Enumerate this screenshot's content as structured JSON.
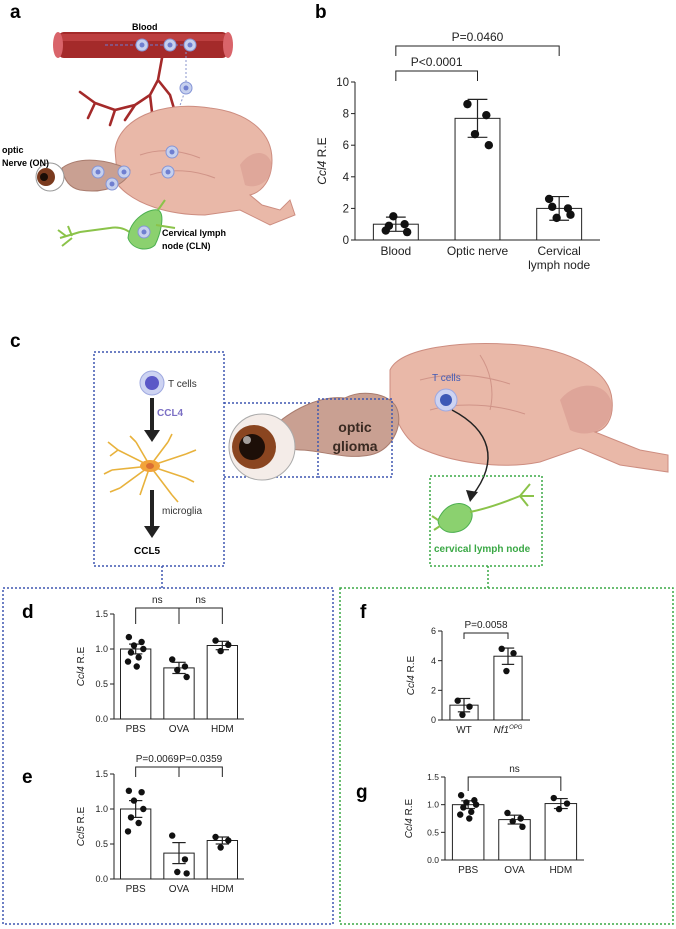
{
  "panels": {
    "a": "a",
    "b": "b",
    "c": "c",
    "d": "d",
    "e": "e",
    "f": "f",
    "g": "g"
  },
  "diagram_a": {
    "blood": "Blood",
    "optic_nerve_line1": "optic",
    "optic_nerve_line2": "Nerve (ON)",
    "cln_line1": "Cervical lymph",
    "cln_line2": "node (CLN)"
  },
  "diagram_c": {
    "t_cells_left": "T cells",
    "ccl4": "CCL4",
    "microglia": "microglia",
    "ccl5": "CCL5",
    "optic_glioma_line1": "optic",
    "optic_glioma_line2": "glioma",
    "t_cells_brain": "T cells",
    "cervical_lymph_node": "cervical lymph node"
  },
  "colors": {
    "blue_box": "#3f57b0",
    "green_box": "#3aa845",
    "ccl4_purple": "#7b6fc4",
    "green_text": "#3aa845",
    "tcell_blue": "#3e59b6"
  },
  "chart_data": [
    {
      "panel": "b",
      "type": "bar",
      "categories": [
        "Blood",
        "Optic nerve",
        "Cervical\nlymph node"
      ],
      "values": [
        1.0,
        7.7,
        2.0
      ],
      "errors": [
        0.45,
        1.2,
        0.75
      ],
      "points": [
        [
          0.6,
          1.0,
          1.5,
          0.5,
          0.9
        ],
        [
          8.6,
          7.9,
          6.7,
          6.0
        ],
        [
          2.6,
          2.0,
          1.4,
          1.6,
          2.1
        ]
      ],
      "ylabel_italic": "Ccl4",
      "ylabel_rest": " R.E",
      "ylim": [
        0,
        10
      ],
      "yticks": [
        "0",
        "2",
        "4",
        "6",
        "8",
        "10"
      ],
      "comparisons": [
        {
          "from": 0,
          "to": 1,
          "label": "P<0.0001"
        },
        {
          "from": 0,
          "to": 2,
          "label": "P=0.0460"
        }
      ]
    },
    {
      "panel": "d",
      "type": "bar",
      "categories": [
        "PBS",
        "OVA",
        "HDM"
      ],
      "values": [
        1.0,
        0.73,
        1.05
      ],
      "errors": [
        0.07,
        0.08,
        0.06
      ],
      "points": [
        [
          1.17,
          1.1,
          1.05,
          1.0,
          0.95,
          0.88,
          0.82,
          0.75
        ],
        [
          0.85,
          0.75,
          0.7,
          0.6
        ],
        [
          1.12,
          1.06,
          0.97
        ]
      ],
      "ylabel_italic": "Ccl4",
      "ylabel_rest": " R.E",
      "ylim": [
        0,
        1.5
      ],
      "yticks": [
        "0.0",
        "0.5",
        "1.0",
        "1.5"
      ],
      "comparisons": [
        {
          "from": 0,
          "to": 1,
          "label": "ns"
        },
        {
          "from": 1,
          "to": 2,
          "label": "ns"
        }
      ]
    },
    {
      "panel": "e",
      "type": "bar",
      "categories": [
        "PBS",
        "OVA",
        "HDM"
      ],
      "values": [
        1.0,
        0.37,
        0.55
      ],
      "errors": [
        0.12,
        0.15,
        0.05
      ],
      "points": [
        [
          1.26,
          1.24,
          1.12,
          1.0,
          0.88,
          0.8,
          0.68
        ],
        [
          0.62,
          0.28,
          0.1,
          0.08
        ],
        [
          0.6,
          0.55,
          0.45
        ]
      ],
      "ylabel_italic": "Ccl5",
      "ylabel_rest": " R.E",
      "ylim": [
        0,
        1.5
      ],
      "yticks": [
        "0.0",
        "0.5",
        "1.0",
        "1.5"
      ],
      "comparisons": [
        {
          "from": 0,
          "to": 1,
          "label": "P=0.0069"
        },
        {
          "from": 1,
          "to": 2,
          "label": "P=0.0359"
        }
      ]
    },
    {
      "panel": "f",
      "type": "bar",
      "categories": [
        "WT",
        "Nf1"
      ],
      "category_superscripts": [
        "",
        "OPG"
      ],
      "values": [
        1.0,
        4.3
      ],
      "errors": [
        0.45,
        0.55
      ],
      "points": [
        [
          1.3,
          0.9,
          0.35
        ],
        [
          4.8,
          4.5,
          3.3
        ]
      ],
      "ylabel_italic": "Ccl4",
      "ylabel_rest": " R.E",
      "ylim": [
        0,
        6
      ],
      "yticks": [
        "0",
        "2",
        "4",
        "6"
      ],
      "comparisons": [
        {
          "from": 0,
          "to": 1,
          "label": "P=0.0058"
        }
      ]
    },
    {
      "panel": "g",
      "type": "bar",
      "categories": [
        "PBS",
        "OVA",
        "HDM"
      ],
      "values": [
        1.0,
        0.73,
        1.02
      ],
      "errors": [
        0.07,
        0.08,
        0.09
      ],
      "points": [
        [
          1.17,
          1.08,
          1.04,
          1.0,
          0.95,
          0.87,
          0.82,
          0.75
        ],
        [
          0.85,
          0.75,
          0.7,
          0.6
        ],
        [
          1.12,
          1.02,
          0.92
        ]
      ],
      "ylabel_italic": "Ccl4",
      "ylabel_rest": " R.E",
      "ylim": [
        0,
        1.5
      ],
      "yticks": [
        "0.0",
        "0.5",
        "1.0",
        "1.5"
      ],
      "comparisons": [
        {
          "from": 0,
          "to": 2,
          "label": "ns"
        }
      ]
    }
  ]
}
